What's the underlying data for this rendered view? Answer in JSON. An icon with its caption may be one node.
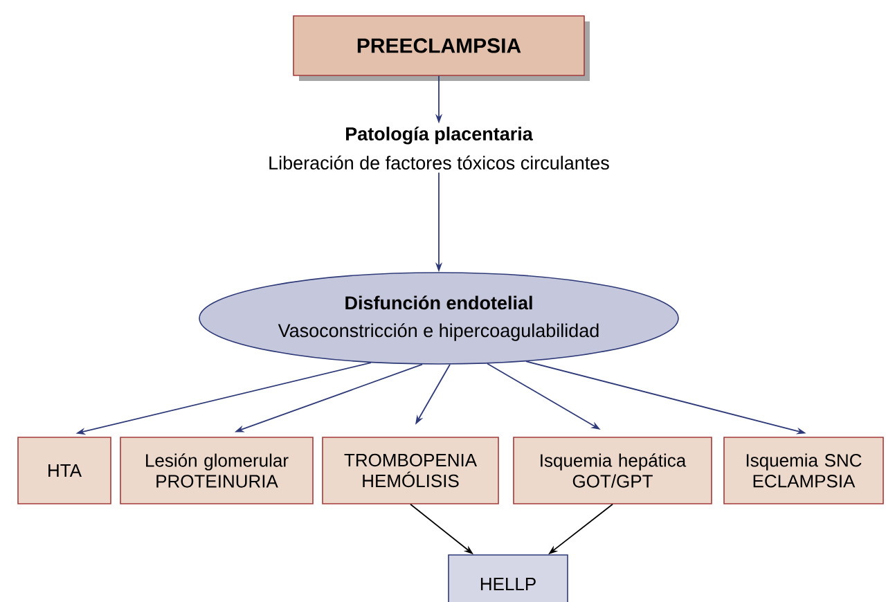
{
  "diagram": {
    "nodes": [
      {
        "text": [
          "PREECLAMPSIA"
        ]
      },
      {
        "text": [
          "Patología placentaria",
          "Liberación de factores tóxicos circulantes"
        ]
      },
      {
        "text": [
          "Disfunción endotelial",
          "Vasoconstricción e hipercoagulabilidad"
        ]
      },
      {
        "text": [
          "HTA"
        ]
      },
      {
        "text": [
          "Lesión glomerular PROTEINURIA"
        ]
      },
      {
        "text": [
          "TROMBOPENIA HEMÓLISIS"
        ]
      },
      {
        "text": [
          "Isquemia hepática GOT/GPT"
        ]
      },
      {
        "text": [
          "Isquemia SNC ECLAMPSIA"
        ]
      },
      {
        "text": [
          "HELLP"
        ]
      }
    ],
    "edges": [
      {
        "from": 0,
        "to": 1,
        "arrow": "to"
      },
      {
        "from": 1,
        "to": 2,
        "arrow": "to"
      },
      {
        "from": 2,
        "to": 3,
        "arrow": "to"
      },
      {
        "from": 2,
        "to": 4,
        "arrow": "to"
      },
      {
        "from": 2,
        "to": 5,
        "arrow": "to"
      },
      {
        "from": 2,
        "to": 6,
        "arrow": "to"
      },
      {
        "from": 2,
        "to": 7,
        "arrow": "to"
      },
      {
        "from": 5,
        "to": 8,
        "arrow": "to",
        "color": "#000000"
      },
      {
        "from": 6,
        "to": 8,
        "arrow": "to",
        "color": "#000000"
      }
    ]
  }
}
